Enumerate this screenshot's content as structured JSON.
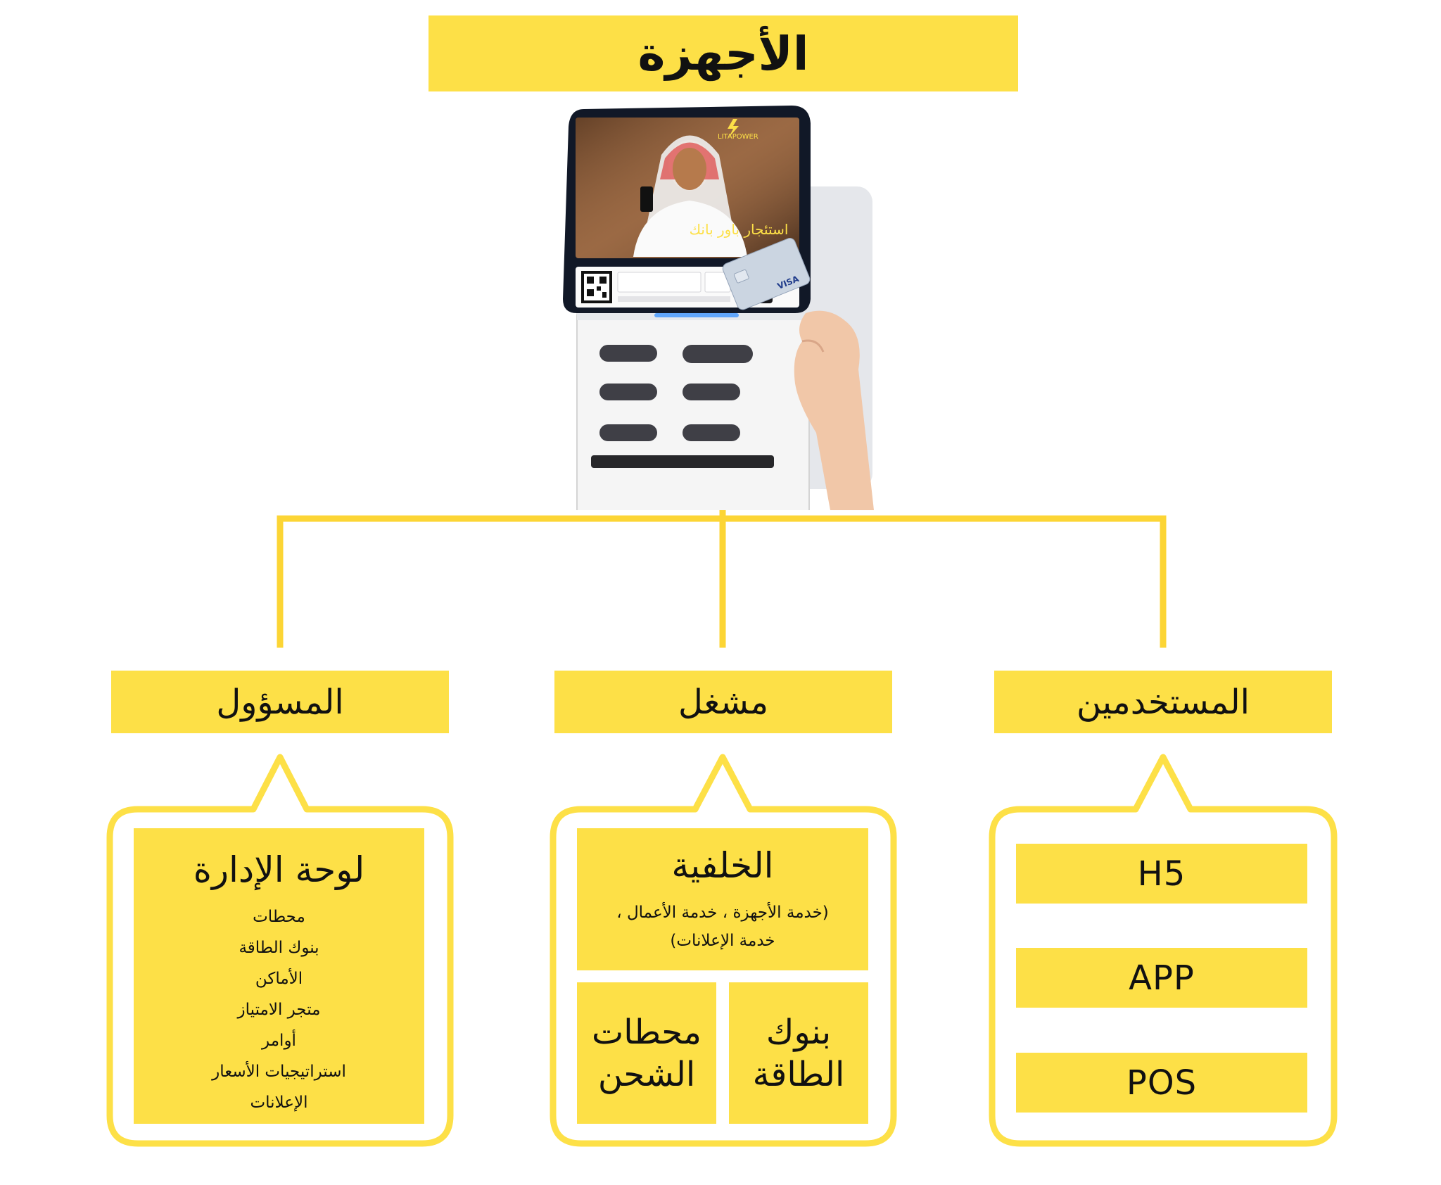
{
  "title": "الأجهزة",
  "colors": {
    "accent": "#fde047",
    "line": "#fcd535"
  },
  "device_image": {
    "icon": "power-bank-kiosk",
    "brand": "LITAPOWER",
    "screen_caption": "استئجار باور بانك",
    "card_brand": "VISA"
  },
  "roles": {
    "admin": "المسؤول",
    "operator": "مشغل",
    "users": "المستخدمين"
  },
  "admin_panel": {
    "title": "لوحة الإدارة",
    "items": [
      "محطات",
      "بنوك الطاقة",
      "الأماكن",
      "متجر الامتياز",
      "أوامر",
      "استراتيجيات الأسعار",
      "الإعلانات"
    ]
  },
  "operator_panel": {
    "backend_title": "الخلفية",
    "backend_sub": "(خدمة الأجهزة ، خدمة الأعمال ، خدمة الإعلانات)",
    "stations": "محطات الشحن",
    "banks": "بنوك الطاقة"
  },
  "user_channels": [
    "H5",
    "APP",
    "POS"
  ]
}
